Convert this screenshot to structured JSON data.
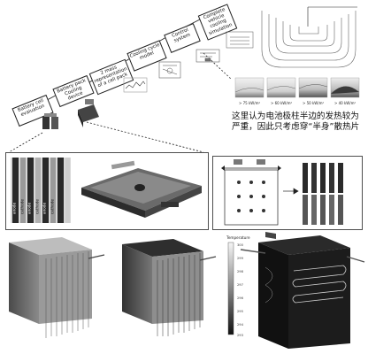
{
  "process_steps": [
    {
      "id": "battery-cell-evaluation",
      "label": "Battery cell\nevaluation"
    },
    {
      "id": "battery-pack-cooling-device",
      "label": "Battery pack\nCooling device"
    },
    {
      "id": "representation",
      "label": "2 mass\nrepresentation\nof a cell pack"
    },
    {
      "id": "cooling-cycle-model",
      "label": "Cooling cycle\nmodel"
    },
    {
      "id": "control-system",
      "label": "Control\nsystem"
    },
    {
      "id": "complete-vehicle",
      "label": "Complete\nvehicle\ncooling\nsimulation"
    }
  ],
  "heatmap_labels": [
    "> 75 kW/m²",
    "> 60 kW/m²",
    "> 50 kW/m²",
    "> 40 kW/m²"
  ],
  "annotation_text": "这里认为电池极柱半边的发热较为严重，因此只考虑穿“半身”散热片",
  "cell_stack_labels": [
    "anode",
    "cathode",
    "anode",
    "cathode",
    "anode",
    "cathode"
  ],
  "temperature_scale": {
    "title": "Temperature",
    "ticks": [
      "300",
      "299",
      "298",
      "297",
      "296",
      "295",
      "294",
      "293"
    ]
  },
  "colors": {
    "panel_dark": "#2b2b2b",
    "stroke": "#222222",
    "accent": "#555555"
  }
}
